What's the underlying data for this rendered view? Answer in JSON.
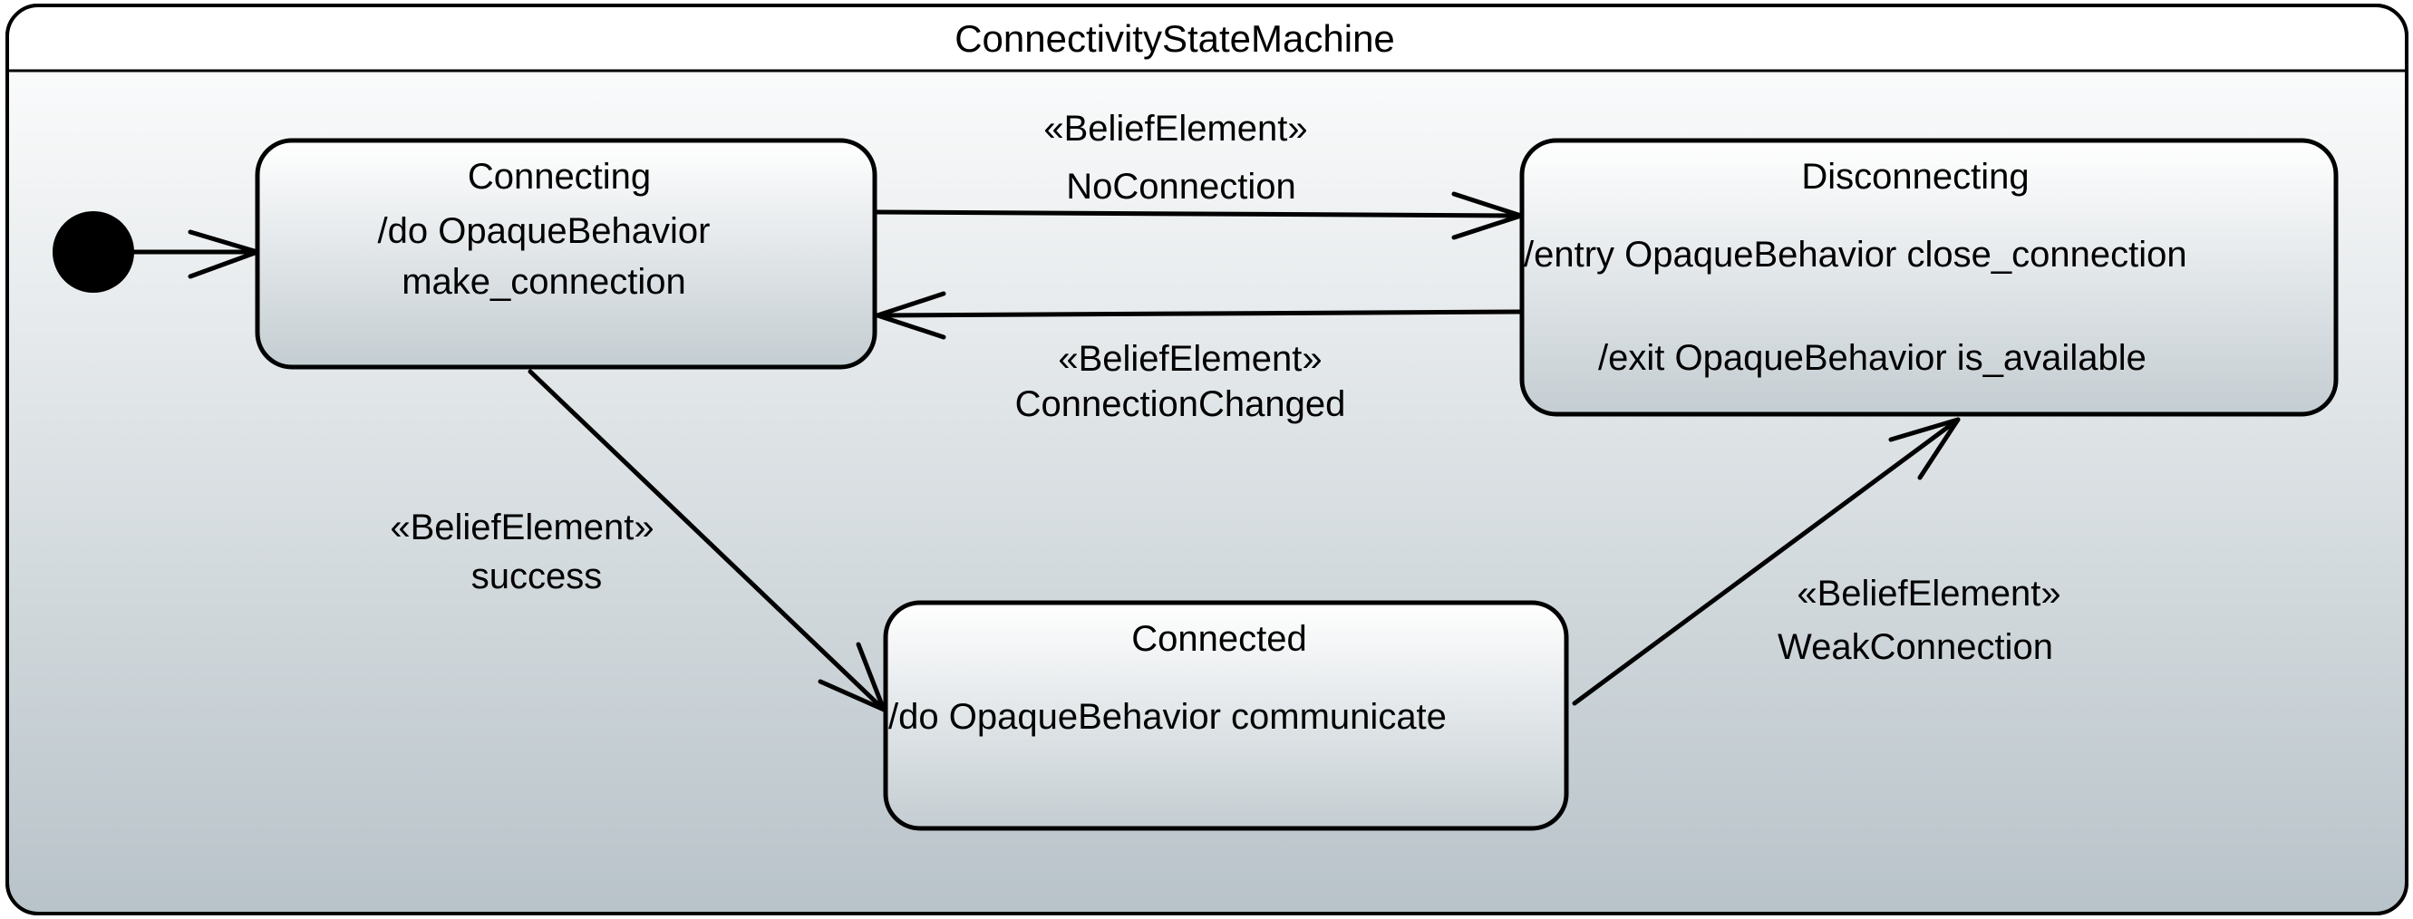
{
  "machine": {
    "title": "ConnectivityStateMachine"
  },
  "states": {
    "connecting": {
      "name": "Connecting",
      "activity_line1": "/do OpaqueBehavior",
      "activity_line2": "make_connection"
    },
    "disconnecting": {
      "name": "Disconnecting",
      "entry": "/entry OpaqueBehavior close_connection",
      "exit": "/exit OpaqueBehavior is_available"
    },
    "connected": {
      "name": "Connected",
      "activity": "/do OpaqueBehavior communicate"
    }
  },
  "transitions": {
    "no_connection": {
      "stereotype": "«BeliefElement»",
      "trigger": "NoConnection"
    },
    "connection_changed": {
      "stereotype": "«BeliefElement»",
      "trigger": "ConnectionChanged"
    },
    "success": {
      "stereotype": "«BeliefElement»",
      "trigger": "success"
    },
    "weak_connection": {
      "stereotype": "«BeliefElement»",
      "trigger": "WeakConnection"
    }
  }
}
